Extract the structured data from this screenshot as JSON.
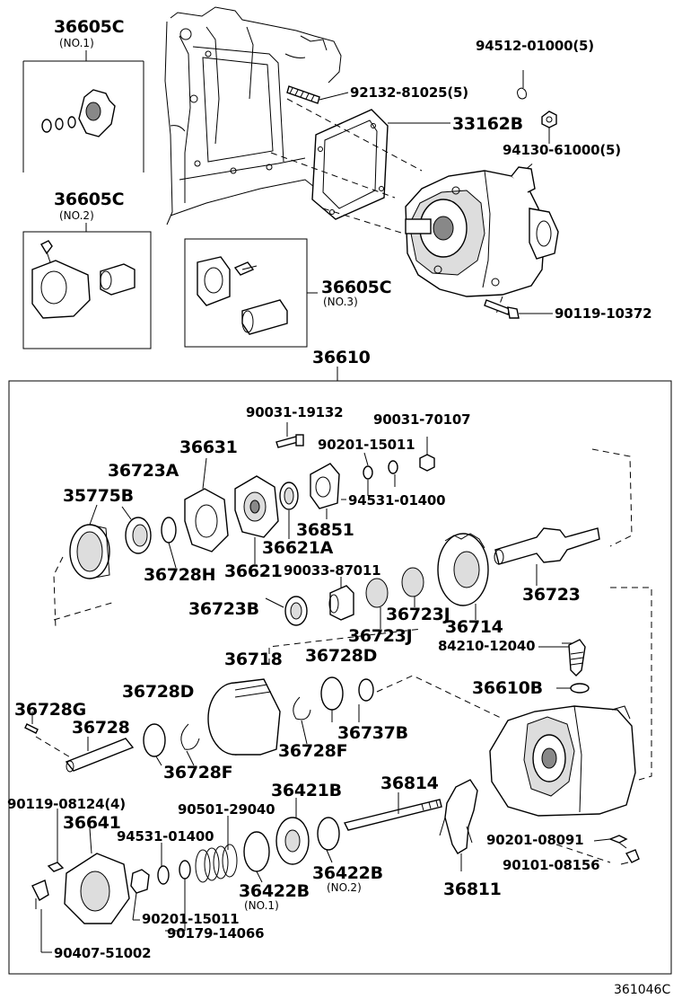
{
  "diagram_code": "361046C",
  "labels": {
    "top_36605c_no1": "36605C",
    "top_no1": "(NO.1)",
    "top_36605c_no2": "36605C",
    "top_no2": "(NO.2)",
    "top_36605c_no3": "36605C",
    "top_no3": "(NO.3)",
    "p94512": "94512-01000(5)",
    "p92132": "92132-81025(5)",
    "p33162b": "33162B",
    "p94130": "94130-61000(5)",
    "p90119_10372": "90119-10372",
    "p36610": "36610",
    "p90031_19132": "90031-19132",
    "p90031_70107": "90031-70107",
    "p36631": "36631",
    "p90201_15011_top": "90201-15011",
    "p36723a": "36723A",
    "p94531_01400_top": "94531-01400",
    "p35775b": "35775B",
    "p36851": "36851",
    "p36621a": "36621A",
    "p36728h": "36728H",
    "p36621": "36621",
    "p90033": "90033-87011",
    "p36723": "36723",
    "p36723b": "36723B",
    "p36723j_a": "36723J",
    "p36714": "36714",
    "p36723j_b": "36723J",
    "p84210": "84210-12040",
    "p36718": "36718",
    "p36728d_a": "36728D",
    "p36728d_b": "36728D",
    "p36610b": "36610B",
    "p36728g": "36728G",
    "p36728": "36728",
    "p36737b": "36737B",
    "p36728f_a": "36728F",
    "p36728f_b": "36728F",
    "p90119_08124": "90119-08124(4)",
    "p36814": "36814",
    "p36421b": "36421B",
    "p90501": "90501-29040",
    "p36641": "36641",
    "p94531_01400_bot": "94531-01400",
    "p90201_08091": "90201-08091",
    "p90101_08156": "90101-08156",
    "p36422b_1": "36422B",
    "p36422b_1_sub": "(NO.1)",
    "p36422b_2": "36422B",
    "p36422b_2_sub": "(NO.2)",
    "p36811": "36811",
    "p90201_15011_bot": "90201-15011",
    "p90179": "90179-14066",
    "p90407": "90407-51002"
  }
}
